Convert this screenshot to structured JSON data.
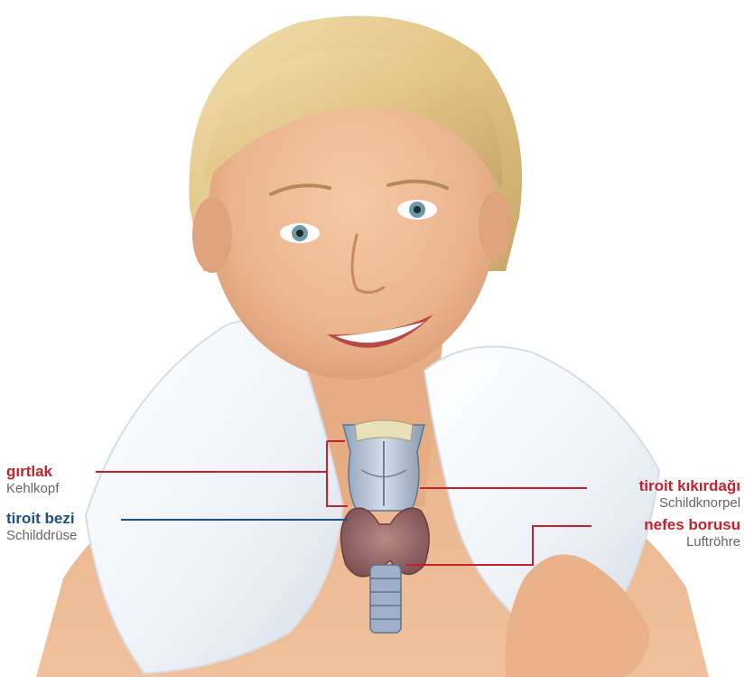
{
  "colors": {
    "label_red": "#c8202c",
    "label_blue": "#1f4e87",
    "german_gray": "#666666",
    "background": "#ffffff"
  },
  "labels": {
    "larynx": {
      "turkish": "gırtlak",
      "german": "Kehlkopf",
      "color": "#c8202c"
    },
    "thyroid_gland": {
      "turkish": "tiroit bezi",
      "german": "Schilddrüse",
      "color": "#1f4e87"
    },
    "thyroid_cartilage": {
      "turkish": "tiroit kıkırdağı",
      "german": "Schildknorpel",
      "color": "#c8202c"
    },
    "trachea": {
      "turkish": "nefes borusu",
      "german": "Luftröhre",
      "color": "#c8202c"
    }
  }
}
